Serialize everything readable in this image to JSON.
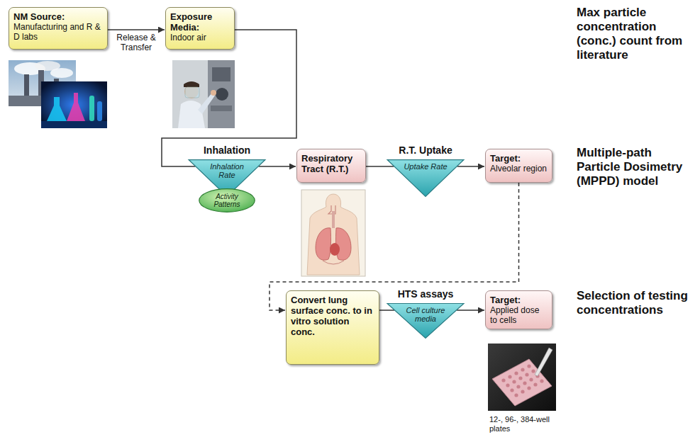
{
  "diagram": {
    "nodes": [
      {
        "text": [
          "NM Source:",
          "Manufacturing and R & D labs"
        ]
      },
      {
        "text": [
          "Exposure Media:",
          "Indoor air"
        ]
      },
      {
        "text": [
          "Inhalation",
          "Inhalation Rate"
        ]
      },
      {
        "text": [
          "Activity Patterns"
        ]
      },
      {
        "text": [
          "Respiratory Tract (R.T.)"
        ]
      },
      {
        "text": [
          "R.T. Uptake",
          "Uptake Rate"
        ]
      },
      {
        "text": [
          "Target:",
          "Alveolar region"
        ]
      },
      {
        "text": [
          "Convert lung surface conc. to in vitro solution conc."
        ]
      },
      {
        "text": [
          "HTS assays",
          "Cell culture media"
        ]
      },
      {
        "text": [
          "Target:",
          "Applied dose to cells"
        ]
      }
    ],
    "edges": [
      {
        "from": 0,
        "to": 1,
        "label": "Release & Transfer",
        "arrow": "to"
      },
      {
        "from": 1,
        "to": 2,
        "arrow": "none"
      },
      {
        "from": 2,
        "to": 4,
        "arrow": "to"
      },
      {
        "from": 4,
        "to": 5,
        "arrow": "none"
      },
      {
        "from": 5,
        "to": 6,
        "arrow": "to"
      },
      {
        "from": 6,
        "to": 7,
        "arrow": "to"
      },
      {
        "from": 7,
        "to": 8,
        "arrow": "none"
      },
      {
        "from": 8,
        "to": 9,
        "arrow": "to"
      }
    ],
    "labels": [
      "Max particle concentration (conc.) count from literature",
      "Multiple-path Particle Dosimetry (MPPD) model",
      "Selection of testing concentrations",
      "12-, 96-, 384-well plates"
    ]
  }
}
